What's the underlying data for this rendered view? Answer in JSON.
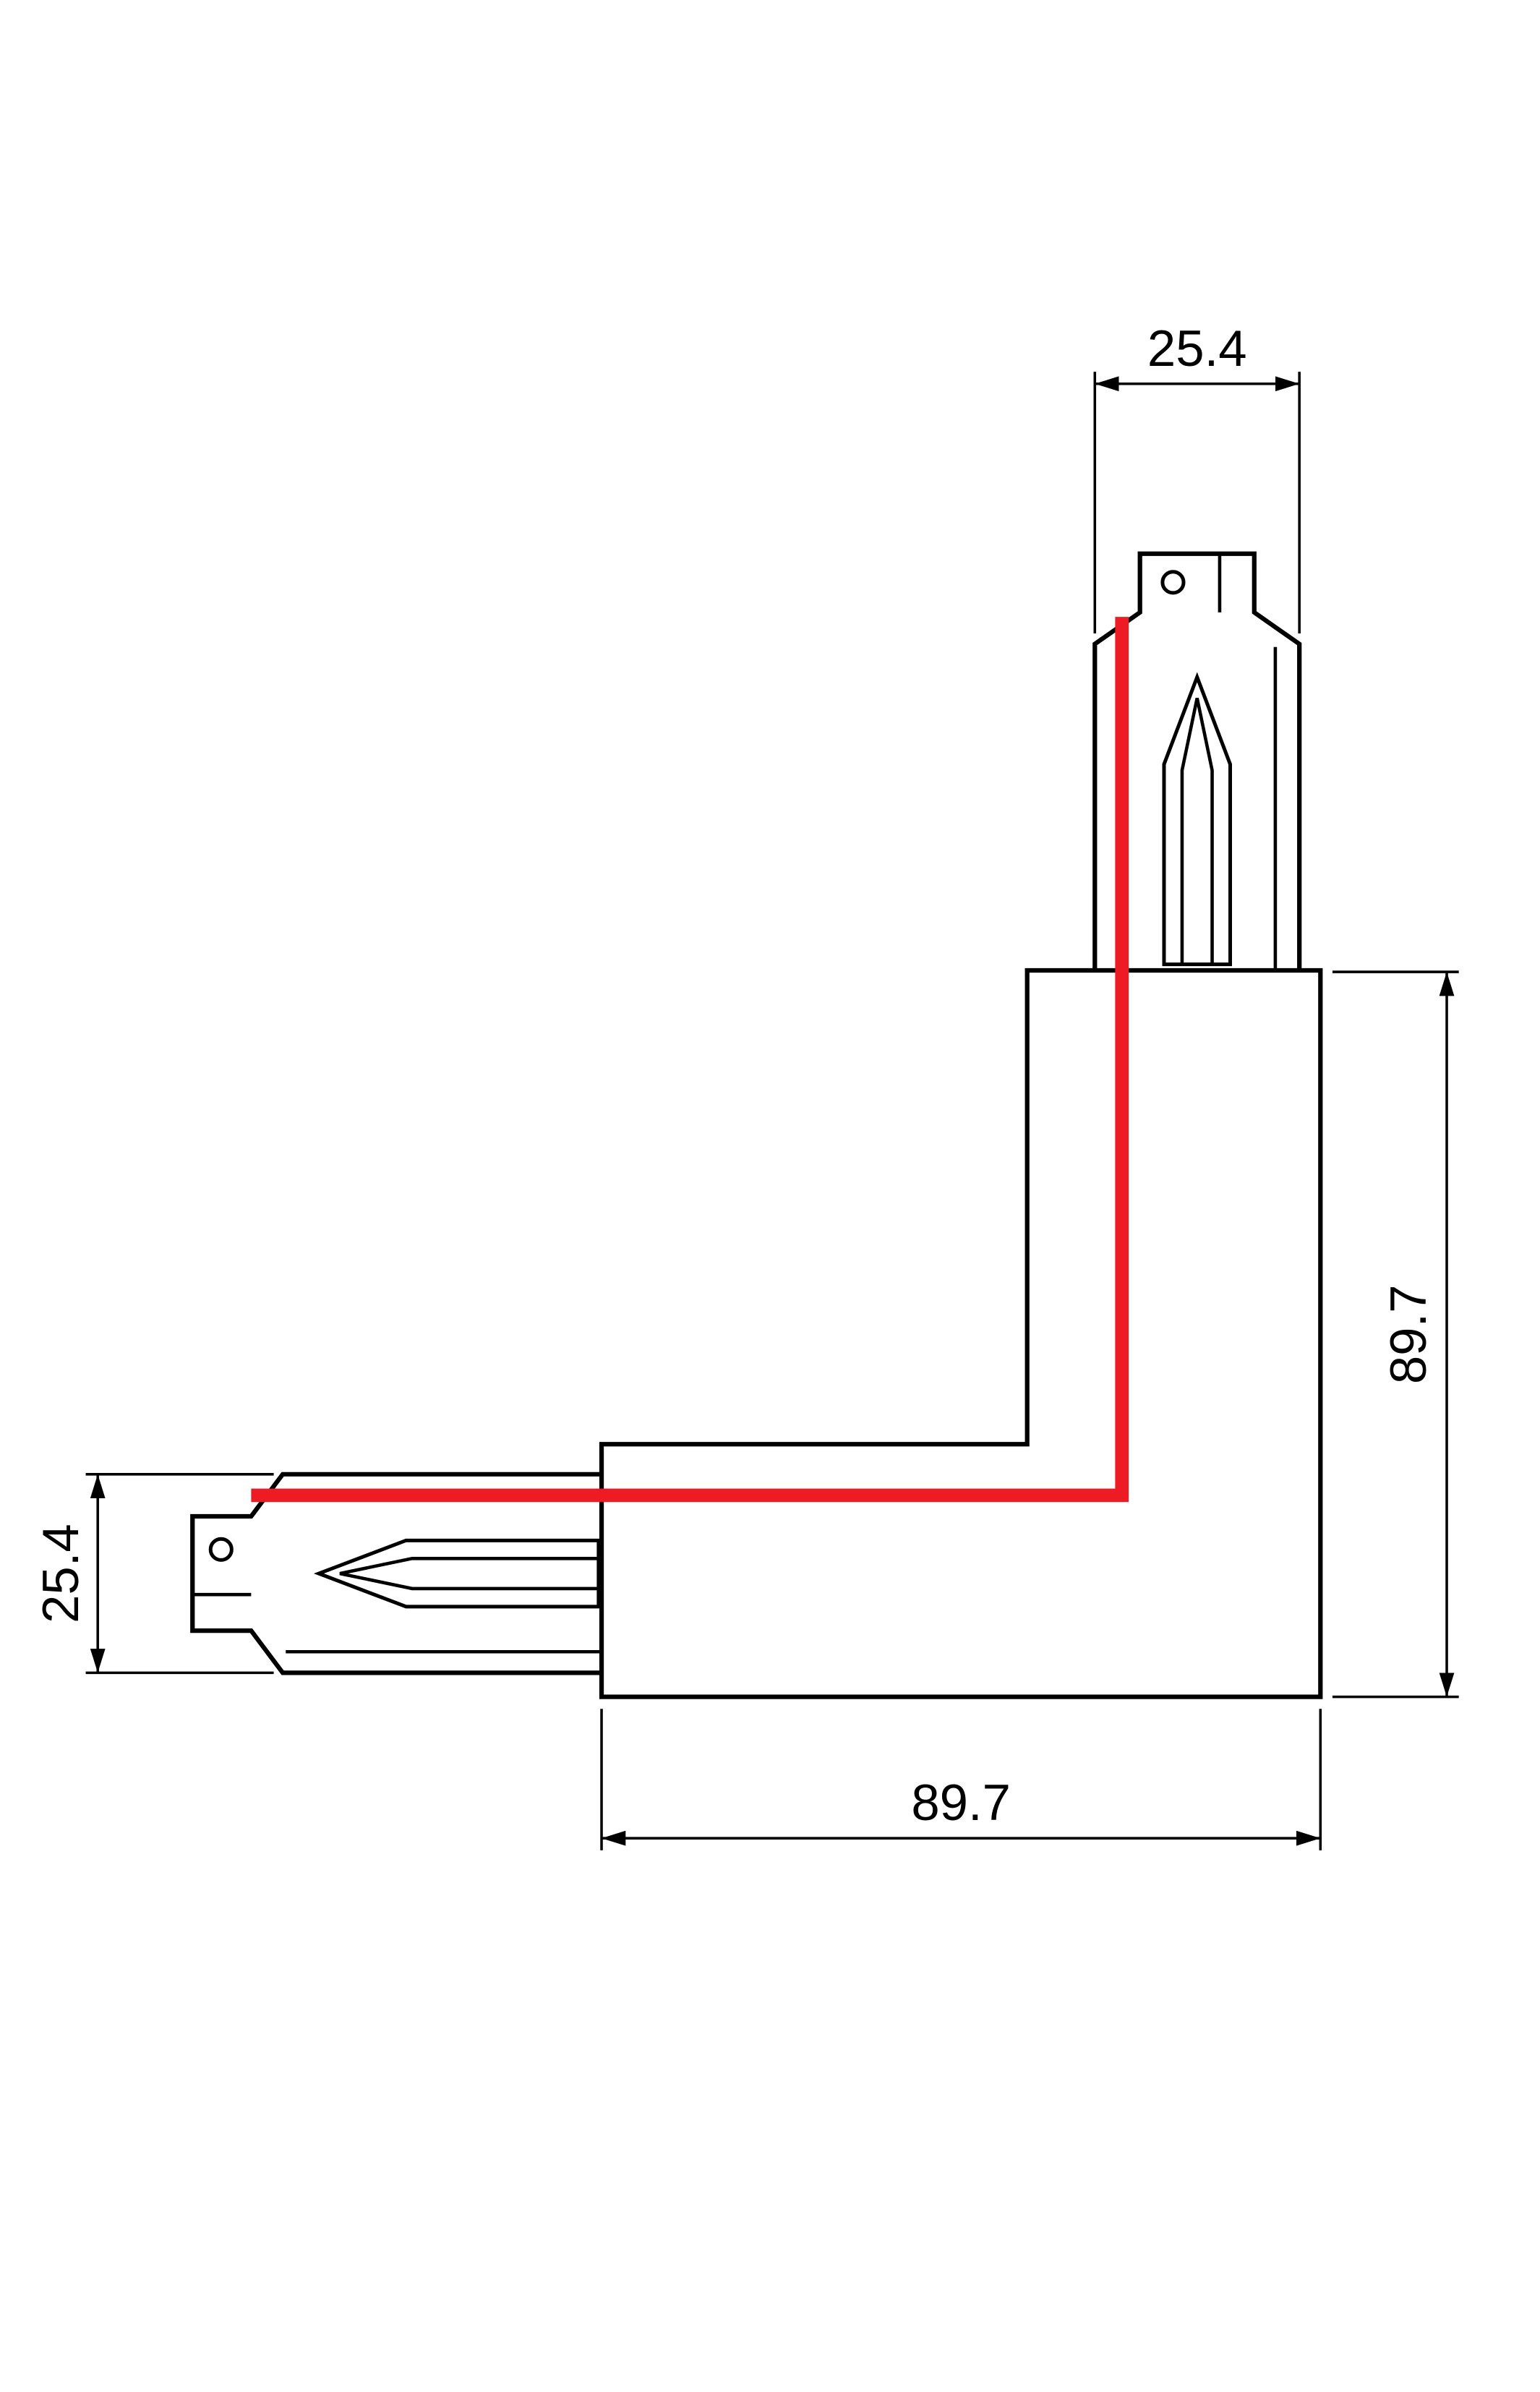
{
  "drawing": {
    "dimensions": {
      "top_width": "25.4",
      "right_height": "89.7",
      "left_height": "25.4",
      "bottom_width": "89.7"
    },
    "colors": {
      "line": "#000000",
      "earth_trace": "#ed1c24",
      "background": "#ffffff"
    }
  }
}
